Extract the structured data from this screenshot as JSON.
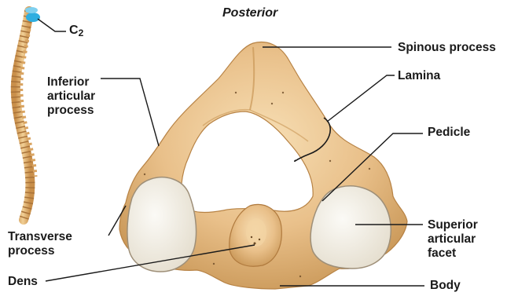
{
  "figure": {
    "orientation": "Posterior",
    "spine_label_letter": "C",
    "spine_label_number": "2",
    "labels": {
      "spinous_process": "Spinous process",
      "lamina": "Lamina",
      "inferior_articular_process": "Inferior\narticular\nprocess",
      "pedicle": "Pedicle",
      "superior_articular_facet": "Superior\narticular\nfacet",
      "transverse_process": "Transverse\nprocess",
      "dens": "Dens",
      "body": "Body"
    }
  },
  "colors": {
    "bone": "#e9c08a",
    "bone_shadow": "#c99757",
    "bone_highlight": "#f7dfb5",
    "facet": "#f1eee6",
    "facet_edge": "#9e8f78",
    "highlight_c2": "#2eaee0",
    "leader_line": "#1a1a1a"
  }
}
